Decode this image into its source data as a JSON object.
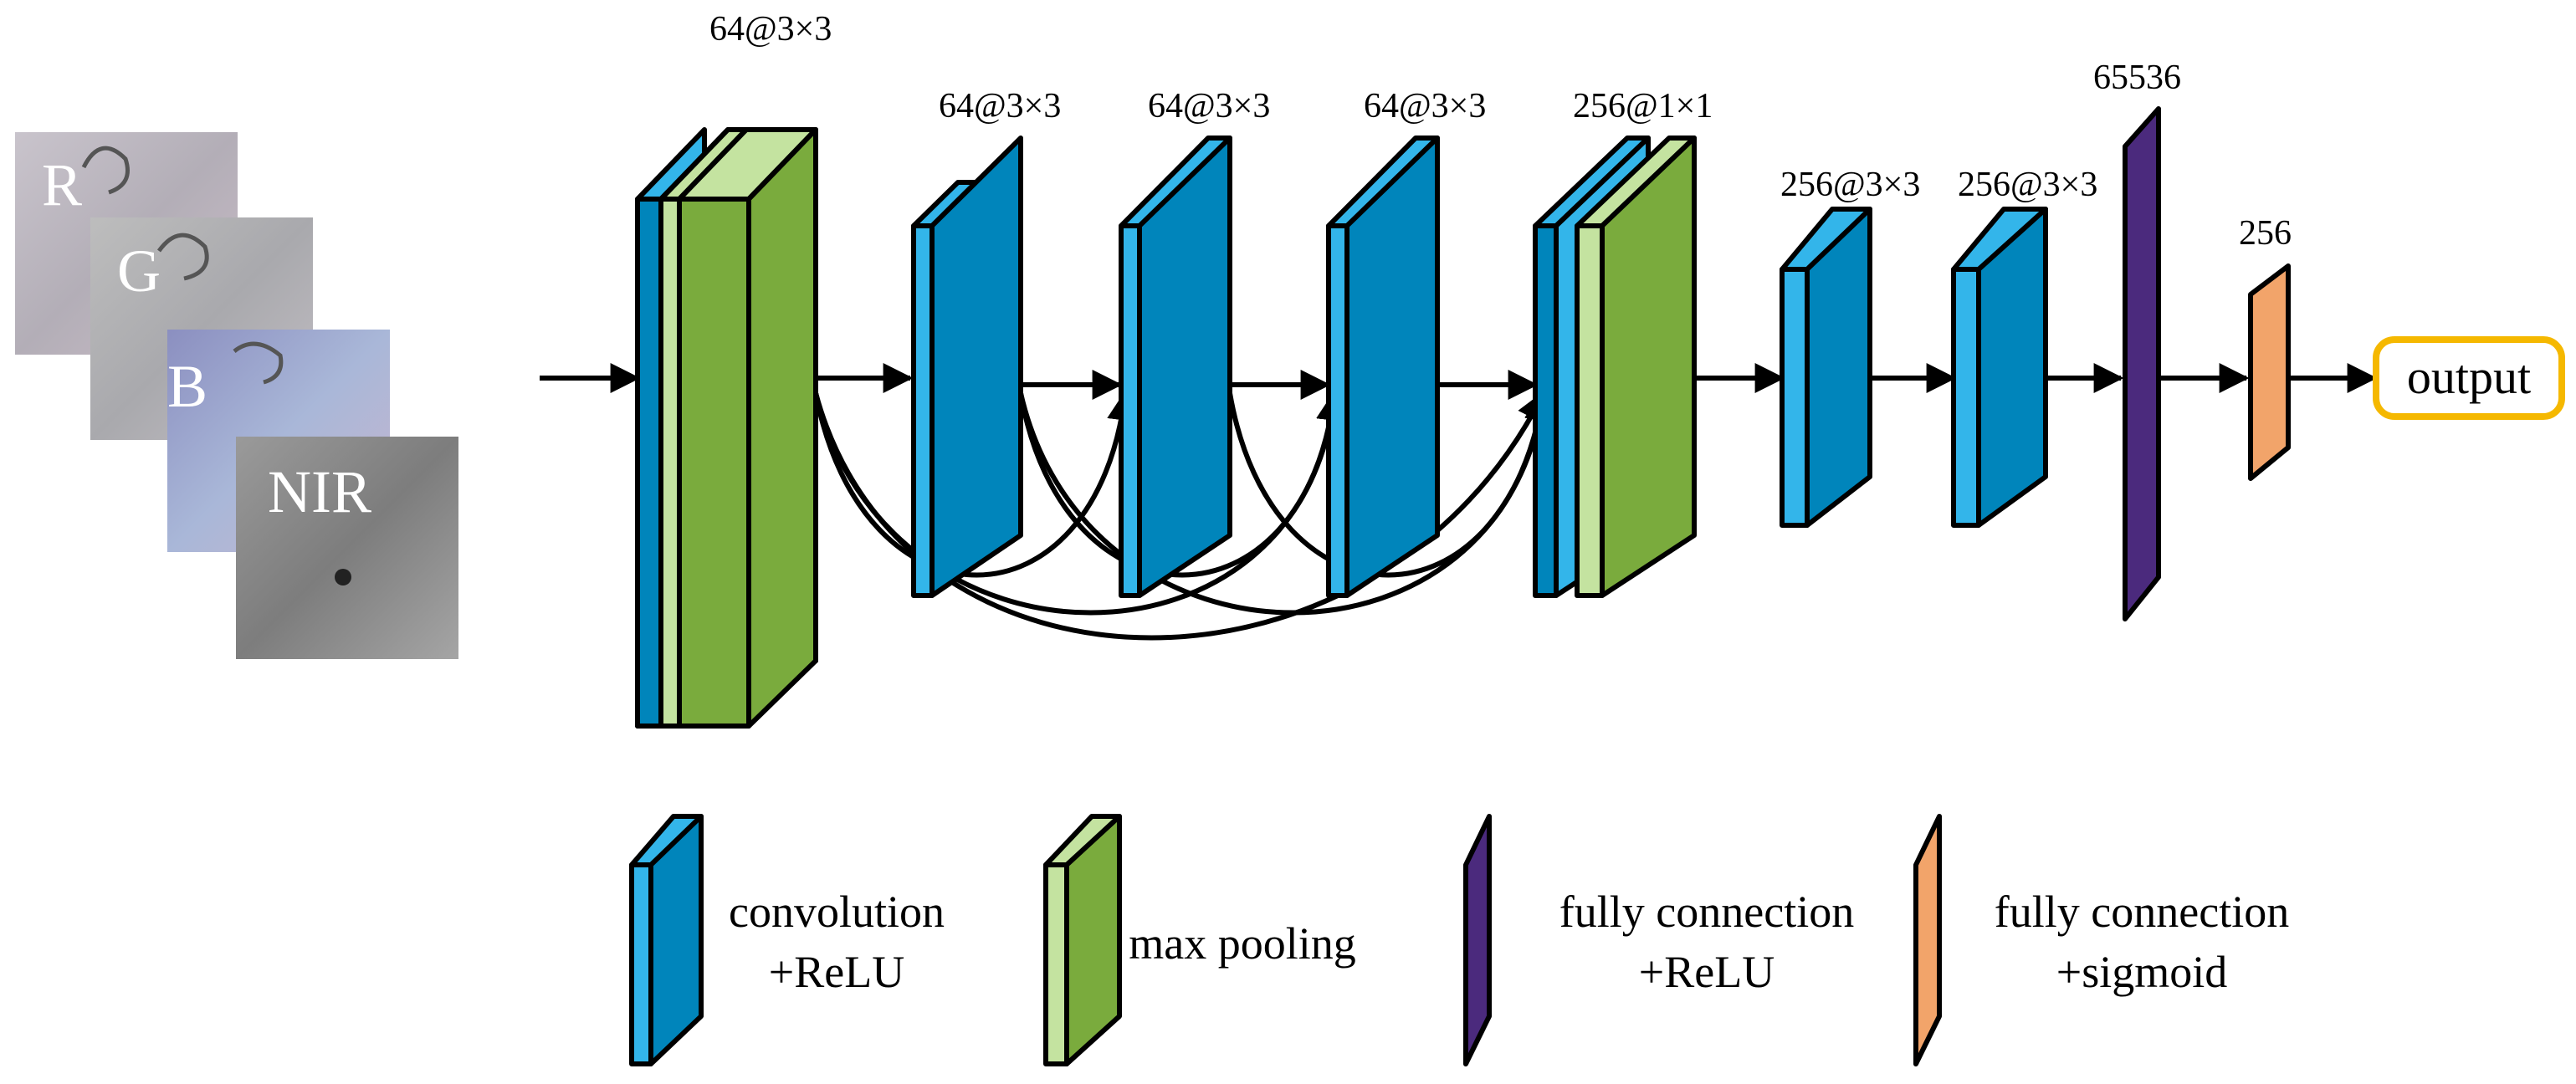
{
  "input": {
    "channels": [
      "R",
      "G",
      "B",
      "NIR"
    ]
  },
  "layers": {
    "conv1_label": "64@3×3",
    "conv2_label": "64@3×3",
    "conv3_label": "64@3×3",
    "conv4_label": "64@3×3",
    "conv5_label": "256@1×1",
    "conv6_label": "256@3×3",
    "conv7_label": "256@3×3",
    "fc1_label": "65536",
    "fc2_label": "256"
  },
  "output": {
    "label": "output"
  },
  "legend": {
    "conv_line1": "convolution",
    "conv_line2": "+ReLU",
    "pool": "max pooling",
    "fc_relu_line1": "fully connection",
    "fc_relu_line2": "+ReLU",
    "fc_sig_line1": "fully connection",
    "fc_sig_line2": "+sigmoid"
  },
  "colors": {
    "conv_front": "#0085bb",
    "conv_side": "#33b5ea",
    "pool_front": "#7aab3d",
    "pool_side": "#c4e3a0",
    "fc_relu": "#4b2a7d",
    "fc_sigmoid": "#f2a46a",
    "output_border": "#f5b800"
  }
}
